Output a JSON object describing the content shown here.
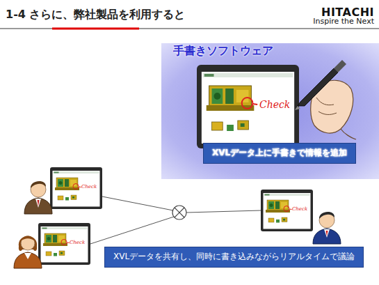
{
  "diagram": {
    "title": "1-4 さらに、弊社製品を利用すると",
    "nodes": [
      {
        "text": [
          "手書きソフトウェア"
        ]
      },
      {
        "text": [
          "XVLデータ上に手書きで情報を追加"
        ],
        "in": 0
      },
      {
        "text": [
          "XVLデータを共有し、同時に書き込みながらリアルタイムで議論"
        ]
      }
    ],
    "labels": [
      "HITACHI",
      "Inspire the Next",
      "Check",
      "Check",
      "Check",
      "Check"
    ]
  }
}
